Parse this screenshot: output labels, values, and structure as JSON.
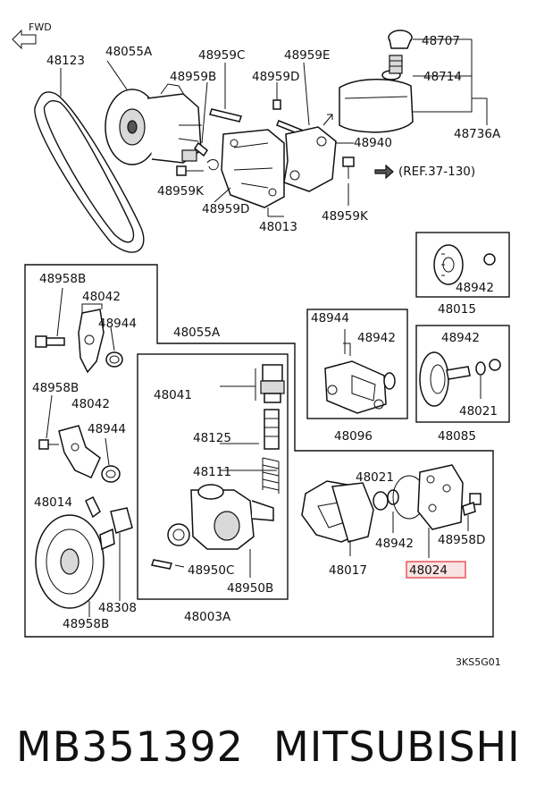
{
  "diagram": {
    "fwd_label": "FWD",
    "ref_label": "(REF.37-130)",
    "code": "3KS5G01",
    "highlight_color": "#e8575a",
    "highlight_fill": "#f7d6d6",
    "labels": {
      "belt": "48123",
      "pump_top": "48055A",
      "bolt_c": "48959C",
      "bolt_e": "48959E",
      "cap": "48707",
      "bolt_b": "48959B",
      "bolt_d_top": "48959D",
      "strainer": "48714",
      "reservoir": "48736A",
      "bracket_940": "48940",
      "bolt_k_left": "48959K",
      "bolt_d_low": "48959D",
      "bracket_013": "48013",
      "bolt_k_right": "48959K",
      "bolt_958b_top": "48958B",
      "fitting_042_top": "48042",
      "ring_944_top": "48944",
      "pump_box": "48055A",
      "bolt_958b_mid": "48958B",
      "fitting_042_mid": "48042",
      "ring_944_mid": "48944",
      "fitting_014": "48014",
      "pulley_308": "48308",
      "bolt_958b_bot": "48958B",
      "valve_041": "48041",
      "spring_125": "48125",
      "spring_111": "48111",
      "pin_950c": "48950C",
      "plug_950b": "48950B",
      "body_003a": "48003A",
      "ring_944_box": "48944",
      "ring_942_box": "48942",
      "kit_096": "48096",
      "seal_942_015": "48942",
      "kit_015": "48015",
      "nut_942_085": "48942",
      "nut_021_085": "48021",
      "kit_085": "48085",
      "ring_021": "48021",
      "ring_942": "48942",
      "bolt_958d": "48958D",
      "cover_017": "48017",
      "plate_024": "48024"
    }
  },
  "footer": {
    "part_number": "MB351392",
    "brand": "MITSUBISHI"
  }
}
